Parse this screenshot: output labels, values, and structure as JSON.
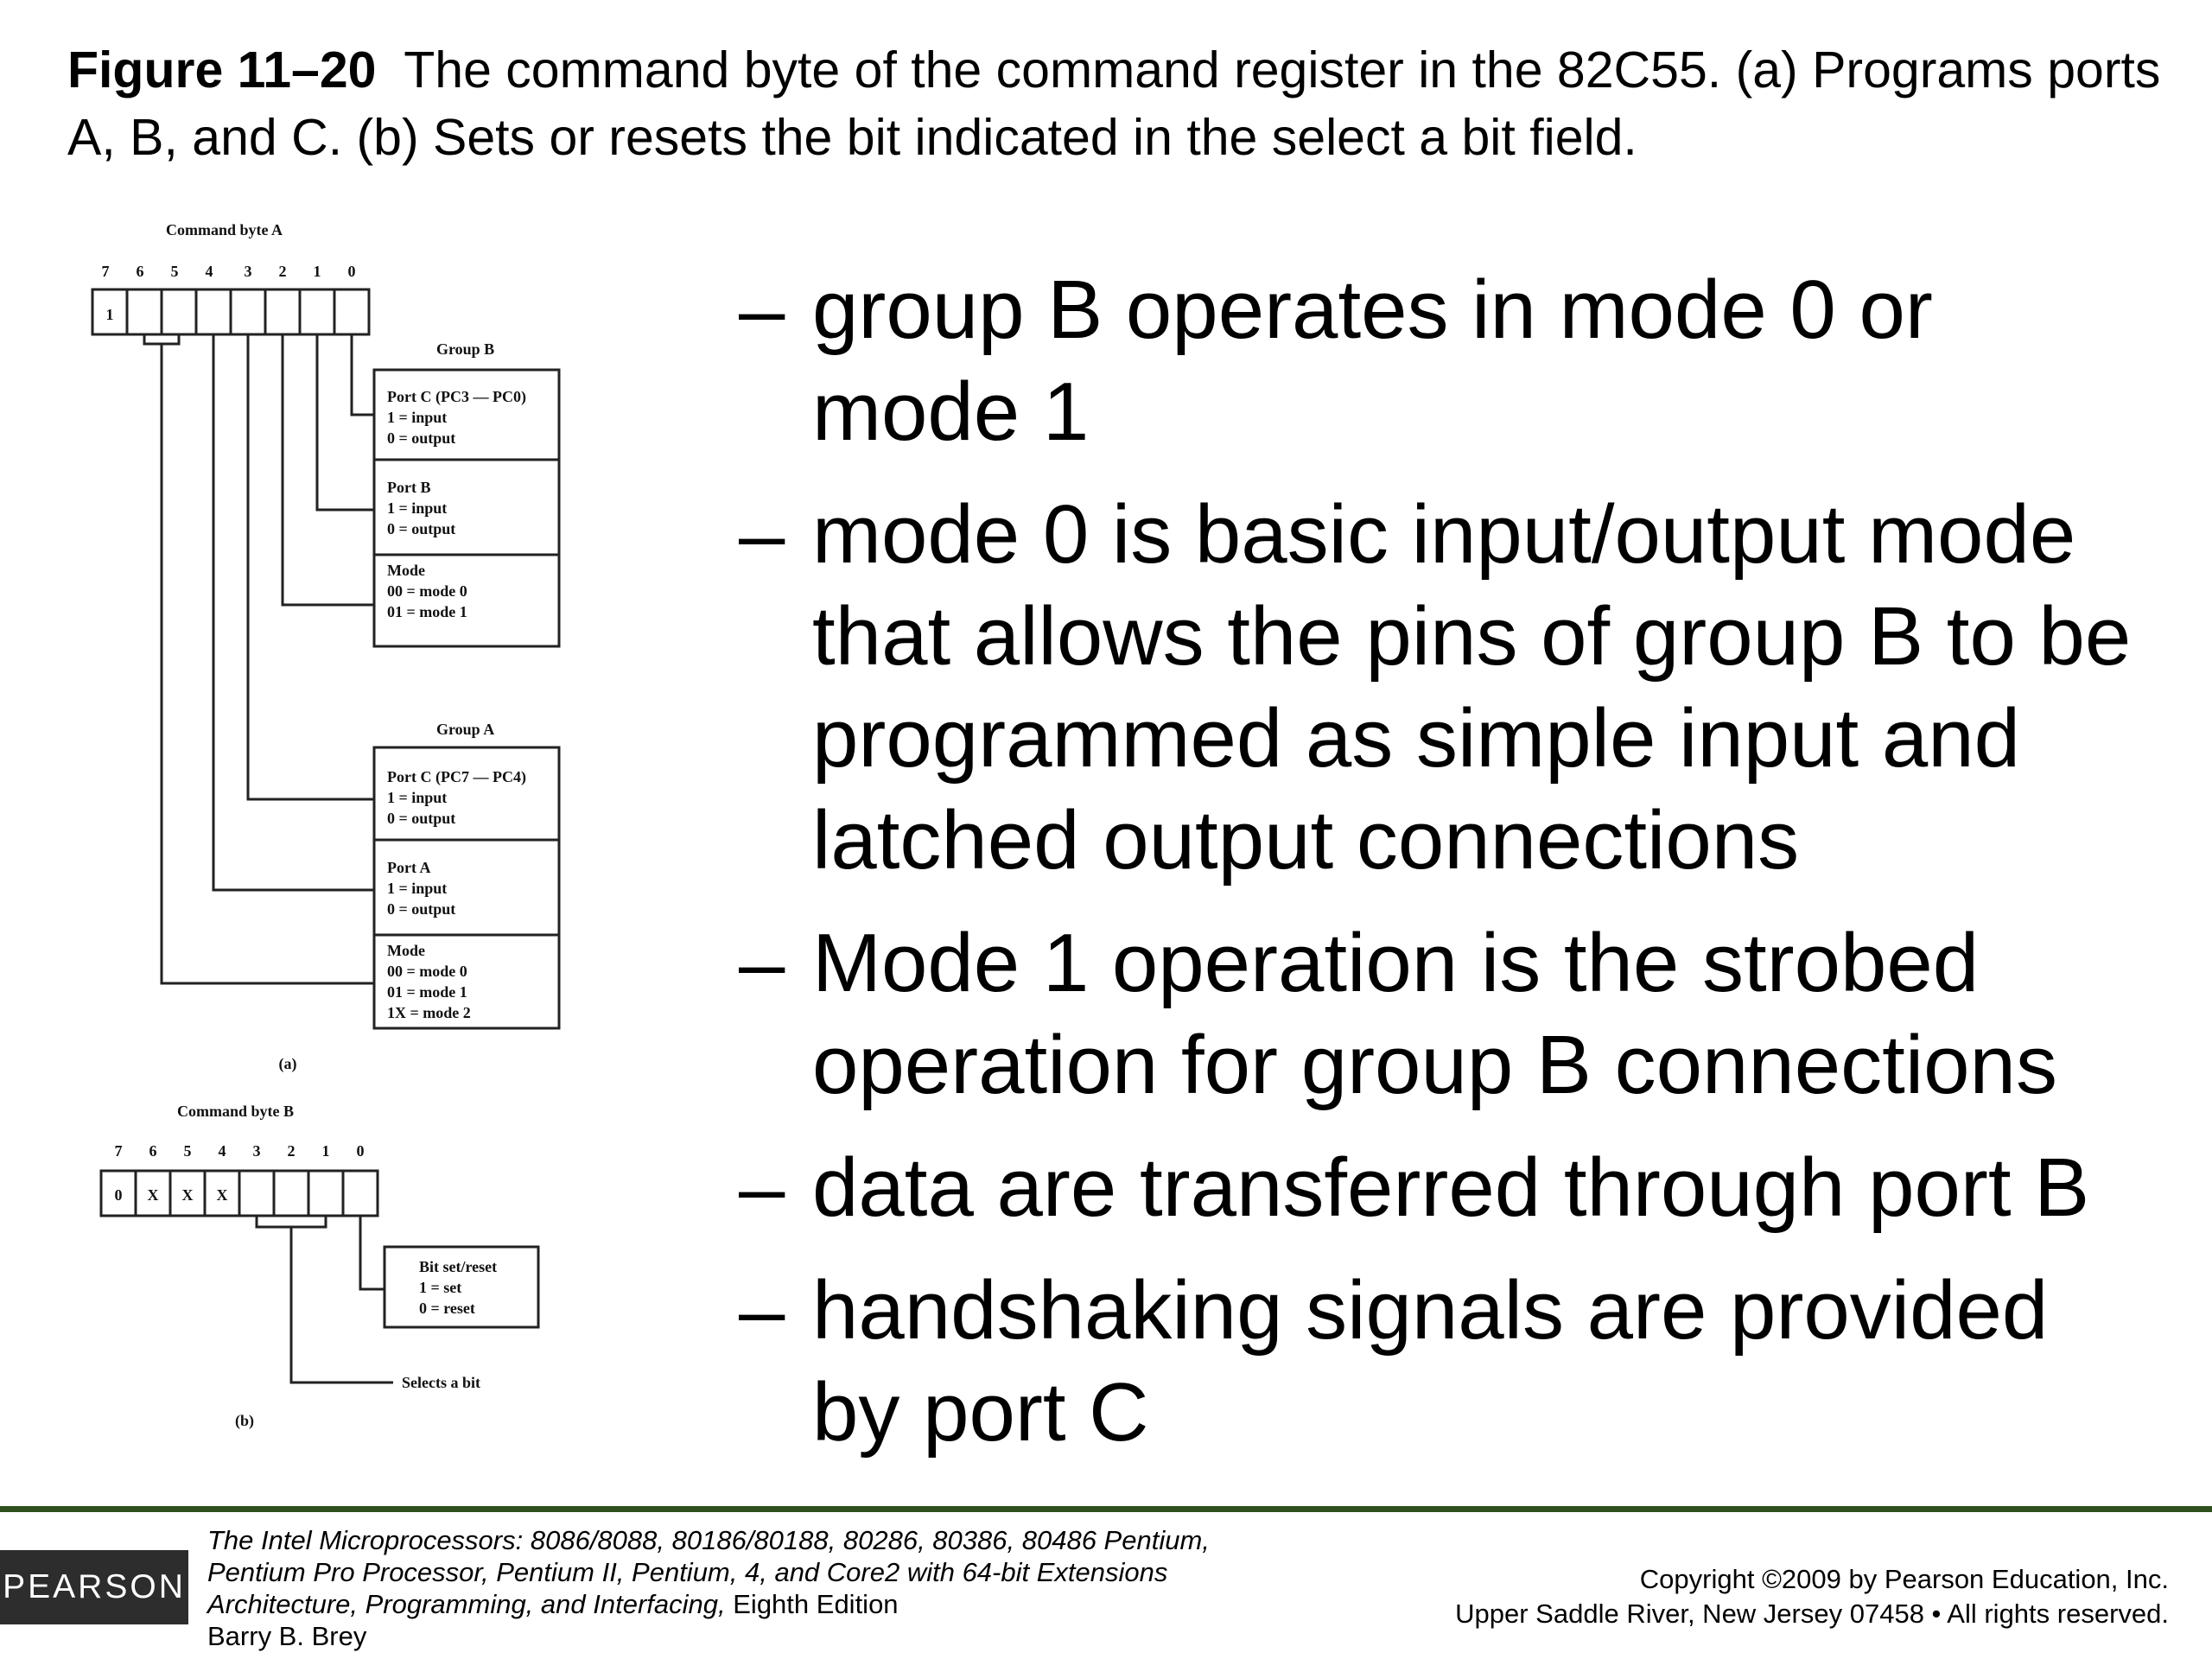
{
  "caption": {
    "figure_label": "Figure 11–20",
    "text": "The command byte of the command register in the 82C55. (a) Programs ports A, B, and C. (b) Sets or resets the bit indicated in the select a bit field."
  },
  "diagram": {
    "a": {
      "title": "Command byte A",
      "bit_numbers": [
        "7",
        "6",
        "5",
        "4",
        "3",
        "2",
        "1",
        "0"
      ],
      "bit7_value": "1",
      "group_b_label": "Group B",
      "group_b_boxes": [
        {
          "title": "Port C (PC3 — PC0)",
          "line1": "1 = input",
          "line2": "0 = output"
        },
        {
          "title": "Port B",
          "line1": "1 = input",
          "line2": "0 = output"
        },
        {
          "title": "Mode",
          "line1": "00 = mode 0",
          "line2": "01 = mode 1"
        }
      ],
      "group_a_label": "Group A",
      "group_a_boxes": [
        {
          "title": "Port C (PC7 — PC4)",
          "line1": "1 = input",
          "line2": "0 = output"
        },
        {
          "title": "Port A",
          "line1": "1 = input",
          "line2": "0 = output"
        },
        {
          "title": "Mode",
          "line1": "00 = mode 0",
          "line2": "01 = mode 1",
          "line3": "1X = mode 2"
        }
      ],
      "sublabel": "(a)"
    },
    "b": {
      "title": "Command byte B",
      "bit_numbers": [
        "7",
        "6",
        "5",
        "4",
        "3",
        "2",
        "1",
        "0"
      ],
      "cell_values": [
        "0",
        "X",
        "X",
        "X"
      ],
      "box": {
        "title": "Bit set/reset",
        "line1": "1 = set",
        "line2": "0 = reset"
      },
      "select_label": "Selects a bit",
      "sublabel": "(b)"
    }
  },
  "bullets": [
    {
      "dash": "–",
      "text": "group B operates in mode 0 or mode 1"
    },
    {
      "dash": "–",
      "text": "mode 0 is basic input/output mode that allows the pins of group B to be programmed as simple input and latched output connections"
    },
    {
      "dash": "–",
      "text": "Mode 1 operation is the strobed operation for group B connections"
    },
    {
      "dash": "–",
      "text": "data are transferred through port B"
    },
    {
      "dash": "–",
      "text": "handshaking signals are provided by port C"
    }
  ],
  "footer": {
    "logo": "PEARSON",
    "book_title": "The Intel Microprocessors:",
    "book_line1_rest": "8086/8088, 80186/80188, 80286, 80386, 80486 Pentium,",
    "book_line2": "Pentium Pro Processor, Pentium II, Pentium, 4, and Core2 with 64-bit Extensions",
    "book_line3": "Architecture, Programming, and Interfacing,",
    "edition": "Eighth Edition",
    "author": "Barry B. Brey",
    "copyright_line1": "Copyright ©2009 by Pearson Education, Inc.",
    "copyright_line2": "Upper Saddle River, New Jersey 07458 • All rights reserved."
  }
}
